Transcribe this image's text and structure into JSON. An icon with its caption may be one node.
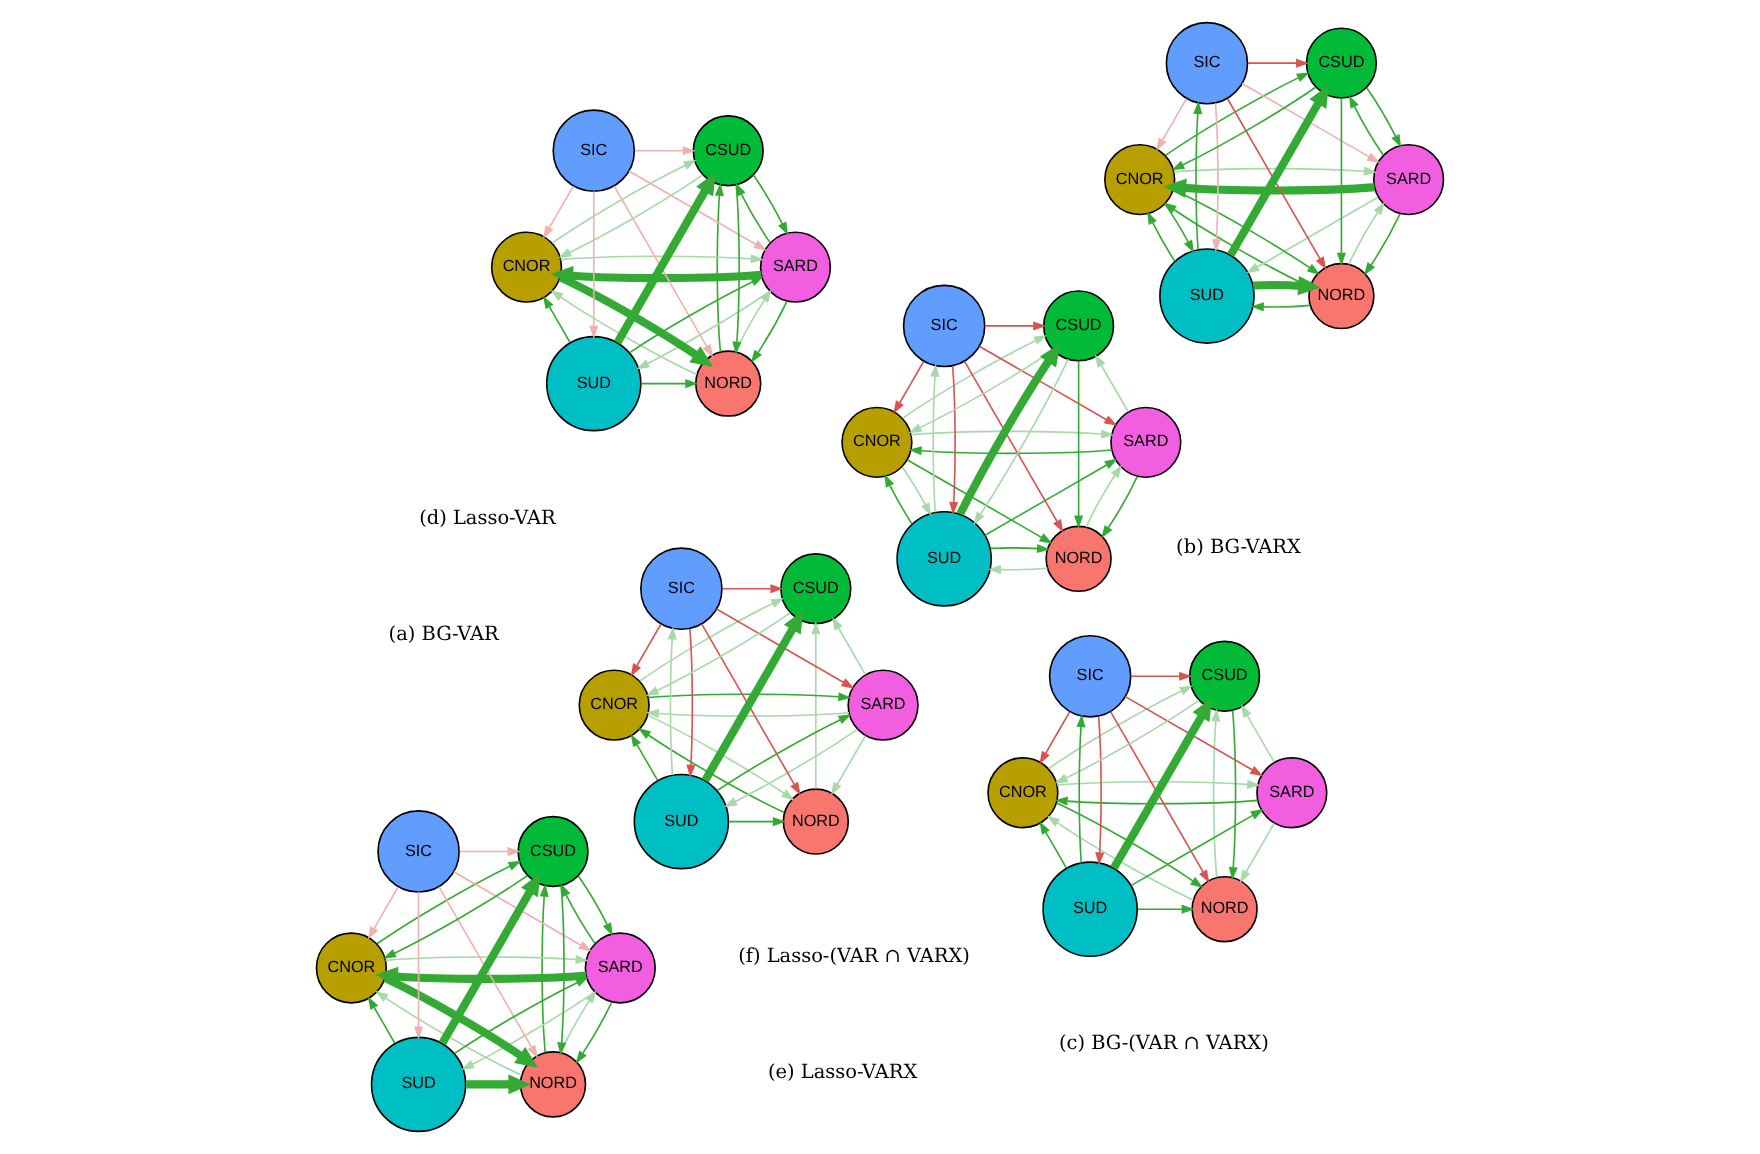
{
  "diagram": {
    "nodes": [
      {
        "text": [
          "NORD"
        ]
      },
      {
        "text": [
          "SARD"
        ]
      },
      {
        "text": [
          "CNOR"
        ]
      },
      {
        "text": [
          "SIC"
        ]
      },
      {
        "text": [
          "CSUD"
        ]
      },
      {
        "text": [
          "SUD"
        ]
      },
      {
        "text": [
          "NORD"
        ]
      },
      {
        "text": [
          "SARD"
        ]
      },
      {
        "text": [
          "CNOR"
        ]
      },
      {
        "text": [
          "SIC"
        ]
      },
      {
        "text": [
          "CSUD"
        ]
      },
      {
        "text": [
          "SUD"
        ]
      },
      {
        "text": [
          "NORD"
        ]
      },
      {
        "text": [
          "SARD"
        ]
      },
      {
        "text": [
          "CNOR"
        ]
      },
      {
        "text": [
          "SIC"
        ]
      },
      {
        "text": [
          "CSUD"
        ]
      },
      {
        "text": [
          "SUD"
        ]
      },
      {
        "text": [
          "NORD"
        ]
      },
      {
        "text": [
          "SARD"
        ]
      },
      {
        "text": [
          "CNOR"
        ]
      },
      {
        "text": [
          "SIC"
        ]
      },
      {
        "text": [
          "CSUD"
        ]
      },
      {
        "text": [
          "SUD"
        ]
      },
      {
        "text": [
          "NORD"
        ]
      },
      {
        "text": [
          "SARD"
        ]
      },
      {
        "text": [
          "CNOR"
        ]
      },
      {
        "text": [
          "SIC"
        ]
      },
      {
        "text": [
          "CSUD"
        ]
      },
      {
        "text": [
          "SUD"
        ]
      },
      {
        "text": [
          "NORD"
        ]
      },
      {
        "text": [
          "SARD"
        ]
      },
      {
        "text": [
          "CNOR"
        ]
      },
      {
        "text": [
          "SIC"
        ]
      },
      {
        "text": [
          "CSUD"
        ]
      },
      {
        "text": [
          "SUD"
        ]
      }
    ],
    "edges": [
      {
        "from": 3,
        "to": 1,
        "arrow": "to",
        "color": "#d9534f"
      },
      {
        "from": 3,
        "to": 0,
        "arrow": "to",
        "color": "#d9534f"
      },
      {
        "from": 3,
        "to": 2,
        "arrow": "to",
        "color": "#d9534f"
      },
      {
        "from": 3,
        "to": 4,
        "arrow": "to",
        "color": "#d9534f"
      },
      {
        "from": 3,
        "to": 5,
        "arrow": "to",
        "color": "#d9534f"
      },
      {
        "from": 5,
        "to": 0,
        "arrow": "to"
      },
      {
        "from": 5,
        "to": 2,
        "arrow": "to"
      },
      {
        "from": 5,
        "to": 4,
        "arrow": "to",
        "style": "thick"
      },
      {
        "from": 5,
        "to": 1,
        "arrow": "to"
      },
      {
        "from": 5,
        "to": 3,
        "arrow": "to",
        "color": "#a8d8a8"
      },
      {
        "from": 0,
        "to": 2,
        "arrow": "to"
      },
      {
        "from": 2,
        "to": 1,
        "arrow": "to"
      },
      {
        "from": 1,
        "to": 2,
        "arrow": "to",
        "color": "#a8d8a8"
      },
      {
        "from": 2,
        "to": 0,
        "arrow": "to",
        "color": "#a8d8a8"
      },
      {
        "from": 1,
        "to": 0,
        "arrow": "to",
        "color": "#a8d8a8"
      },
      {
        "from": 0,
        "to": 4,
        "arrow": "to",
        "color": "#a8d8a8"
      },
      {
        "from": 4,
        "to": 2,
        "arrow": "to",
        "color": "#a8d8a8"
      },
      {
        "from": 2,
        "to": 4,
        "arrow": "to",
        "color": "#a8d8a8"
      },
      {
        "from": 1,
        "to": 4,
        "arrow": "to",
        "color": "#a8d8a8"
      },
      {
        "from": 1,
        "to": 5,
        "arrow": "to",
        "color": "#a8d8a8"
      },
      {
        "from": 9,
        "to": 7,
        "arrow": "to",
        "color": "#d9534f"
      },
      {
        "from": 9,
        "to": 6,
        "arrow": "to",
        "color": "#d9534f"
      },
      {
        "from": 9,
        "to": 8,
        "arrow": "to",
        "color": "#d9534f"
      },
      {
        "from": 9,
        "to": 10,
        "arrow": "to",
        "color": "#d9534f"
      },
      {
        "from": 9,
        "to": 11,
        "arrow": "to",
        "color": "#d9534f"
      },
      {
        "from": 11,
        "to": 6,
        "arrow": "to"
      },
      {
        "from": 11,
        "to": 7,
        "arrow": "to"
      },
      {
        "from": 11,
        "to": 8,
        "arrow": "to"
      },
      {
        "from": 11,
        "to": 10,
        "arrow": "to",
        "style": "thick"
      },
      {
        "from": 10,
        "to": 6,
        "arrow": "to"
      },
      {
        "from": 8,
        "to": 6,
        "arrow": "to"
      },
      {
        "from": 6,
        "to": 7,
        "arrow": "to",
        "color": "#a8d8a8"
      },
      {
        "from": 7,
        "to": 6,
        "arrow": "to"
      },
      {
        "from": 8,
        "to": 7,
        "arrow": "to",
        "color": "#a8d8a8"
      },
      {
        "from": 7,
        "to": 8,
        "arrow": "to"
      },
      {
        "from": 7,
        "to": 10,
        "arrow": "to",
        "color": "#a8d8a8"
      },
      {
        "from": 10,
        "to": 8,
        "arrow": "to",
        "color": "#a8d8a8"
      },
      {
        "from": 8,
        "to": 10,
        "arrow": "to",
        "color": "#a8d8a8"
      },
      {
        "from": 8,
        "to": 11,
        "arrow": "to",
        "color": "#a8d8a8"
      },
      {
        "from": 10,
        "to": 11,
        "arrow": "to",
        "color": "#a8d8a8"
      },
      {
        "from": 11,
        "to": 9,
        "arrow": "to",
        "color": "#a8d8a8"
      },
      {
        "from": 6,
        "to": 11,
        "arrow": "to",
        "color": "#a8d8a8"
      },
      {
        "from": 15,
        "to": 13,
        "arrow": "to",
        "color": "#d9534f"
      },
      {
        "from": 15,
        "to": 12,
        "arrow": "to",
        "color": "#d9534f"
      },
      {
        "from": 15,
        "to": 14,
        "arrow": "to",
        "color": "#d9534f"
      },
      {
        "from": 15,
        "to": 16,
        "arrow": "to",
        "color": "#d9534f"
      },
      {
        "from": 15,
        "to": 17,
        "arrow": "to",
        "color": "#d9534f"
      },
      {
        "from": 17,
        "to": 12,
        "arrow": "to"
      },
      {
        "from": 17,
        "to": 13,
        "arrow": "to"
      },
      {
        "from": 17,
        "to": 14,
        "arrow": "to"
      },
      {
        "from": 17,
        "to": 16,
        "arrow": "to",
        "style": "thick"
      },
      {
        "from": 17,
        "to": 15,
        "arrow": "to"
      },
      {
        "from": 14,
        "to": 12,
        "arrow": "to"
      },
      {
        "from": 12,
        "to": 14,
        "arrow": "to",
        "color": "#a8d8a8"
      },
      {
        "from": 16,
        "to": 12,
        "arrow": "to"
      },
      {
        "from": 12,
        "to": 16,
        "arrow": "to",
        "color": "#a8d8a8"
      },
      {
        "from": 14,
        "to": 13,
        "arrow": "to",
        "color": "#a8d8a8"
      },
      {
        "from": 13,
        "to": 14,
        "arrow": "to"
      },
      {
        "from": 13,
        "to": 12,
        "arrow": "to",
        "color": "#a8d8a8"
      },
      {
        "from": 13,
        "to": 16,
        "arrow": "to",
        "color": "#a8d8a8"
      },
      {
        "from": 16,
        "to": 14,
        "arrow": "to",
        "color": "#a8d8a8"
      },
      {
        "from": 14,
        "to": 16,
        "arrow": "to",
        "color": "#a8d8a8"
      },
      {
        "from": 21,
        "to": 19,
        "arrow": "to",
        "color": "#f0b0b0"
      },
      {
        "from": 21,
        "to": 18,
        "arrow": "to",
        "color": "#f0b0b0"
      },
      {
        "from": 21,
        "to": 20,
        "arrow": "to",
        "color": "#f0b0b0"
      },
      {
        "from": 21,
        "to": 22,
        "arrow": "to",
        "color": "#f0b0b0"
      },
      {
        "from": 21,
        "to": 23,
        "arrow": "to",
        "color": "#f0b0b0"
      },
      {
        "from": 23,
        "to": 18,
        "arrow": "to"
      },
      {
        "from": 23,
        "to": 20,
        "arrow": "to"
      },
      {
        "from": 23,
        "to": 22,
        "arrow": "to",
        "style": "thick"
      },
      {
        "from": 23,
        "to": 19,
        "arrow": "to"
      },
      {
        "from": 19,
        "to": 23,
        "arrow": "to",
        "color": "#a8d8a8"
      },
      {
        "from": 20,
        "to": 18,
        "arrow": "to",
        "style": "thick"
      },
      {
        "from": 19,
        "to": 18,
        "arrow": "to"
      },
      {
        "from": 18,
        "to": 19,
        "arrow": "to",
        "color": "#a8d8a8"
      },
      {
        "from": 19,
        "to": 20,
        "arrow": "to",
        "style": "thick"
      },
      {
        "from": 20,
        "to": 19,
        "arrow": "to",
        "color": "#a8d8a8"
      },
      {
        "from": 22,
        "to": 19,
        "arrow": "to"
      },
      {
        "from": 19,
        "to": 22,
        "arrow": "to"
      },
      {
        "from": 18,
        "to": 22,
        "arrow": "to"
      },
      {
        "from": 22,
        "to": 18,
        "arrow": "to"
      },
      {
        "from": 18,
        "to": 20,
        "arrow": "to",
        "color": "#a8d8a8"
      },
      {
        "from": 22,
        "to": 20,
        "arrow": "to",
        "color": "#a8d8a8"
      },
      {
        "from": 20,
        "to": 22,
        "arrow": "to",
        "color": "#a8d8a8"
      },
      {
        "from": 27,
        "to": 25,
        "arrow": "to",
        "color": "#f0b0b0"
      },
      {
        "from": 27,
        "to": 24,
        "arrow": "to",
        "color": "#d9534f"
      },
      {
        "from": 27,
        "to": 26,
        "arrow": "to",
        "color": "#f0b0b0"
      },
      {
        "from": 27,
        "to": 28,
        "arrow": "to",
        "color": "#d9534f"
      },
      {
        "from": 27,
        "to": 29,
        "arrow": "to",
        "color": "#f0b0b0"
      },
      {
        "from": 29,
        "to": 27,
        "arrow": "to"
      },
      {
        "from": 29,
        "to": 24,
        "arrow": "to",
        "style": "thick"
      },
      {
        "from": 24,
        "to": 29,
        "arrow": "to"
      },
      {
        "from": 26,
        "to": 24,
        "arrow": "to"
      },
      {
        "from": 24,
        "to": 26,
        "arrow": "to"
      },
      {
        "from": 28,
        "to": 24,
        "arrow": "to"
      },
      {
        "from": 25,
        "to": 24,
        "arrow": "to"
      },
      {
        "from": 24,
        "to": 25,
        "arrow": "to",
        "color": "#a8d8a8"
      },
      {
        "from": 25,
        "to": 26,
        "arrow": "to",
        "style": "thick"
      },
      {
        "from": 26,
        "to": 25,
        "arrow": "to",
        "color": "#a8d8a8"
      },
      {
        "from": 28,
        "to": 25,
        "arrow": "to"
      },
      {
        "from": 25,
        "to": 28,
        "arrow": "to"
      },
      {
        "from": 25,
        "to": 29,
        "arrow": "to",
        "color": "#a8d8a8"
      },
      {
        "from": 29,
        "to": 26,
        "arrow": "to"
      },
      {
        "from": 26,
        "to": 29,
        "arrow": "to"
      },
      {
        "from": 29,
        "to": 28,
        "arrow": "to",
        "style": "thick"
      },
      {
        "from": 28,
        "to": 26,
        "arrow": "to"
      },
      {
        "from": 26,
        "to": 28,
        "arrow": "to"
      },
      {
        "from": 33,
        "to": 31,
        "arrow": "to",
        "color": "#f0b0b0"
      },
      {
        "from": 33,
        "to": 30,
        "arrow": "to",
        "color": "#f0b0b0"
      },
      {
        "from": 33,
        "to": 32,
        "arrow": "to",
        "color": "#f0b0b0"
      },
      {
        "from": 33,
        "to": 34,
        "arrow": "to",
        "color": "#f0b0b0"
      },
      {
        "from": 33,
        "to": 35,
        "arrow": "to",
        "color": "#f0b0b0"
      },
      {
        "from": 35,
        "to": 30,
        "arrow": "to",
        "style": "thick"
      },
      {
        "from": 35,
        "to": 32,
        "arrow": "to"
      },
      {
        "from": 35,
        "to": 34,
        "arrow": "to",
        "style": "thick"
      },
      {
        "from": 35,
        "to": 31,
        "arrow": "to"
      },
      {
        "from": 31,
        "to": 35,
        "arrow": "to",
        "color": "#a8d8a8"
      },
      {
        "from": 32,
        "to": 30,
        "arrow": "to",
        "style": "thick"
      },
      {
        "from": 31,
        "to": 30,
        "arrow": "to"
      },
      {
        "from": 30,
        "to": 31,
        "arrow": "to",
        "color": "#a8d8a8"
      },
      {
        "from": 31,
        "to": 32,
        "arrow": "to",
        "style": "thick"
      },
      {
        "from": 32,
        "to": 31,
        "arrow": "to",
        "color": "#a8d8a8"
      },
      {
        "from": 34,
        "to": 31,
        "arrow": "to"
      },
      {
        "from": 31,
        "to": 34,
        "arrow": "to"
      },
      {
        "from": 30,
        "to": 34,
        "arrow": "to"
      },
      {
        "from": 34,
        "to": 30,
        "arrow": "to"
      },
      {
        "from": 30,
        "to": 32,
        "arrow": "to",
        "color": "#a8d8a8"
      },
      {
        "from": 34,
        "to": 32,
        "arrow": "to"
      },
      {
        "from": 32,
        "to": 34,
        "arrow": "to"
      }
    ],
    "labels": [
      "(a) BG-VAR",
      "(b) BG-VARX",
      "(c) BG-(VAR ∩ VARX)",
      "(d) Lasso-VAR",
      "(e) Lasso-VARX",
      "(f) Lasso-(VAR ∩ VARX)"
    ]
  }
}
